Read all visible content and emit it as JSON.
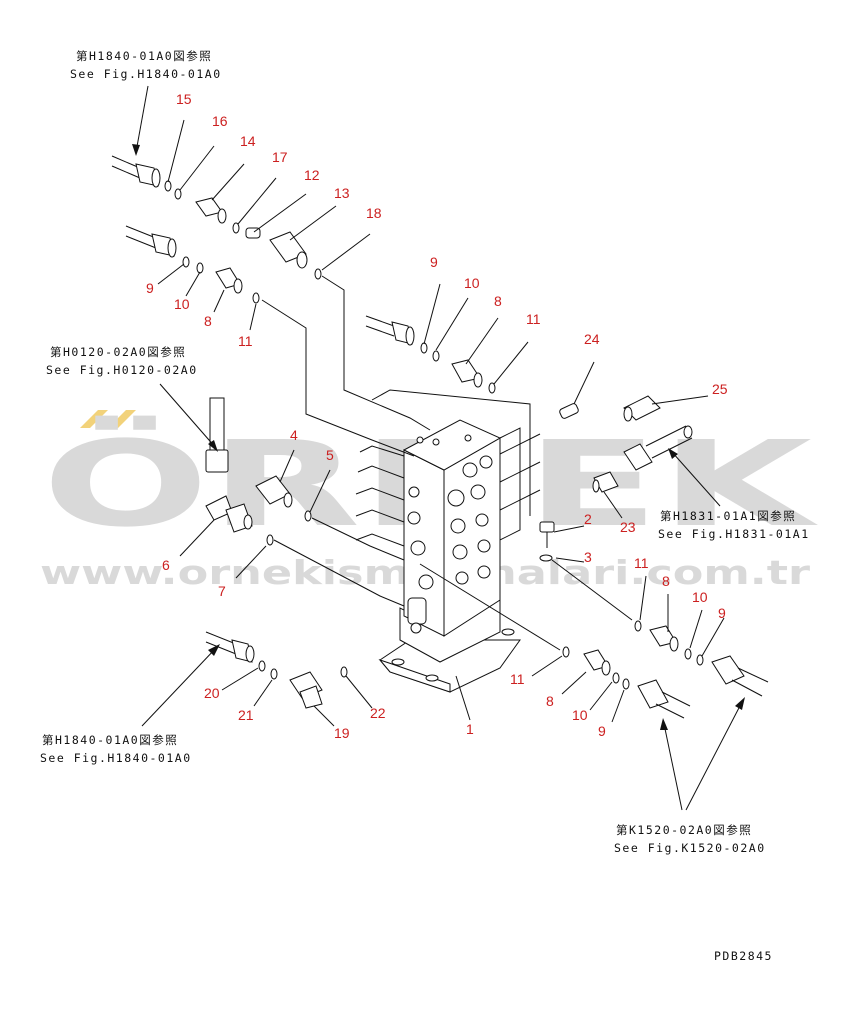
{
  "references": {
    "top_left_jp": "第H1840-01A0図参照",
    "top_left_en": "See Fig.H1840-01A0",
    "mid_left_jp": "第H0120-02A0図参照",
    "mid_left_en": "See Fig.H0120-02A0",
    "right_jp": "第H1831-01A1図参照",
    "right_en": "See Fig.H1831-01A1",
    "bottom_left_jp": "第H1840-01A0図参照",
    "bottom_left_en": "See Fig.H1840-01A0",
    "bottom_right_jp": "第K1520-02A0図参照",
    "bottom_right_en": "See Fig.K1520-02A0"
  },
  "callouts": {
    "c15": "15",
    "c16": "16",
    "c14": "14",
    "c17": "17",
    "c12": "12",
    "c13": "13",
    "c18": "18",
    "c9a": "9",
    "c10a": "10",
    "c8a": "8",
    "c11a": "11",
    "c9b": "9",
    "c10b": "10",
    "c8b": "8",
    "c11b": "11",
    "c24": "24",
    "c25": "25",
    "c4": "4",
    "c5": "5",
    "c6": "6",
    "c7": "7",
    "c2": "2",
    "c23": "23",
    "c3": "3",
    "c11c": "11",
    "c8c": "8",
    "c10c": "10",
    "c9c": "9",
    "c20": "20",
    "c21": "21",
    "c19": "19",
    "c22": "22",
    "c1": "1",
    "c11d": "11",
    "c8d": "8",
    "c10d": "10",
    "c9d": "9"
  },
  "drawing_code": "PDB2845",
  "watermark": {
    "logo": "ÖRNEK",
    "url": "www.ornekismakinalari.com.tr",
    "accent_color": "#f2d27a",
    "text_color": "#d9d9d9"
  },
  "colors": {
    "callout": "#cc2020",
    "line": "#111111"
  }
}
